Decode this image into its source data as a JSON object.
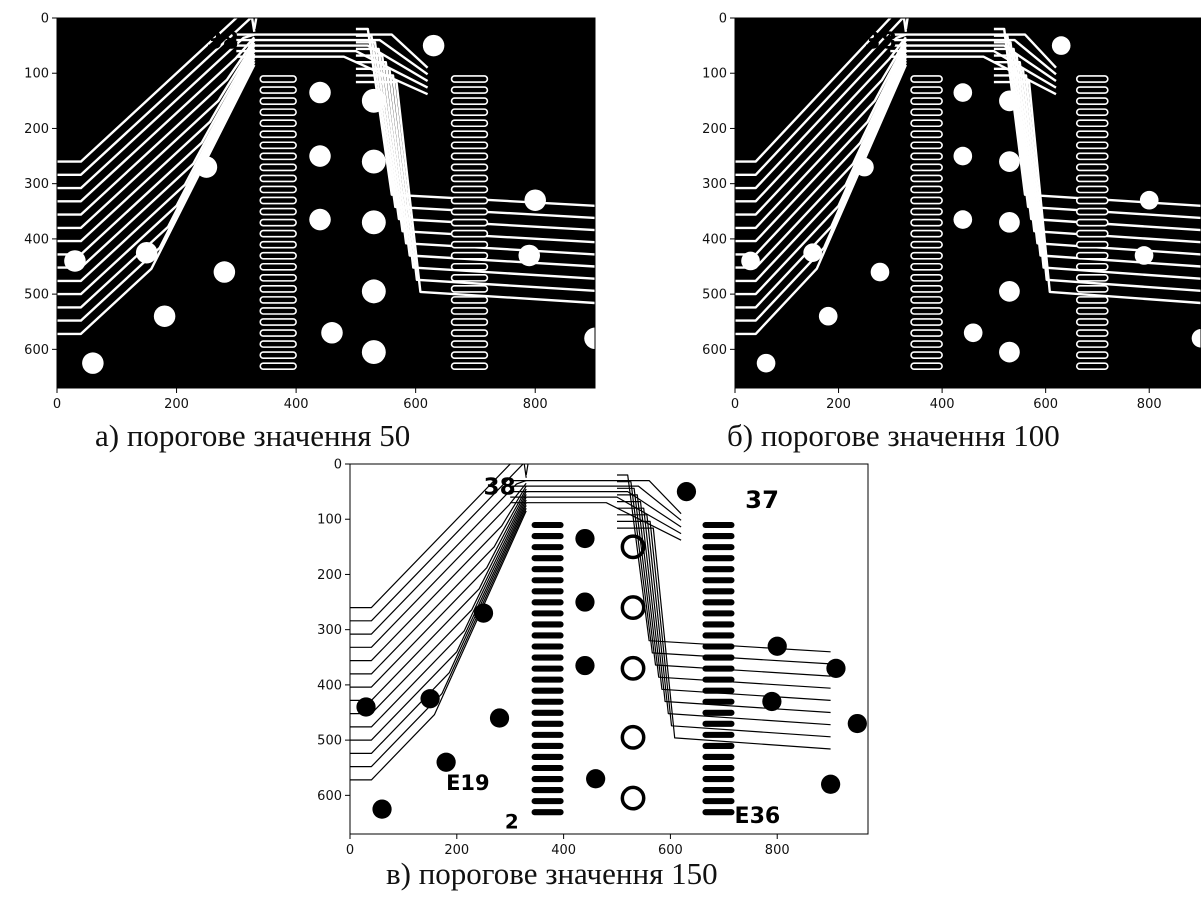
{
  "chart_data": [
    {
      "type": "image",
      "caption": "а) порогове значення 50",
      "xlim": [
        0,
        900
      ],
      "ylim": [
        670,
        0
      ],
      "xticks": [
        "0",
        "200",
        "400",
        "600",
        "800"
      ],
      "yticks": [
        "0",
        "100",
        "200",
        "300",
        "400",
        "500",
        "600"
      ],
      "image_style": "inverted",
      "silkscreen": [
        "38"
      ]
    },
    {
      "type": "image",
      "caption": "б) порогове значення 100",
      "xlim": [
        0,
        900
      ],
      "ylim": [
        670,
        0
      ],
      "xticks": [
        "0",
        "200",
        "400",
        "600",
        "800"
      ],
      "yticks": [
        "0",
        "100",
        "200",
        "300",
        "400",
        "500",
        "600"
      ],
      "image_style": "inverted",
      "silkscreen": [
        "38"
      ]
    },
    {
      "type": "image",
      "caption": "в) порогове значення 150",
      "xlim": [
        0,
        970
      ],
      "ylim": [
        670,
        0
      ],
      "xticks": [
        "0",
        "200",
        "400",
        "600",
        "800"
      ],
      "yticks": [
        "0",
        "100",
        "200",
        "300",
        "400",
        "500",
        "600"
      ],
      "image_style": "normal",
      "silkscreen": [
        "38",
        "37",
        "E19",
        "E36",
        "2"
      ]
    }
  ]
}
